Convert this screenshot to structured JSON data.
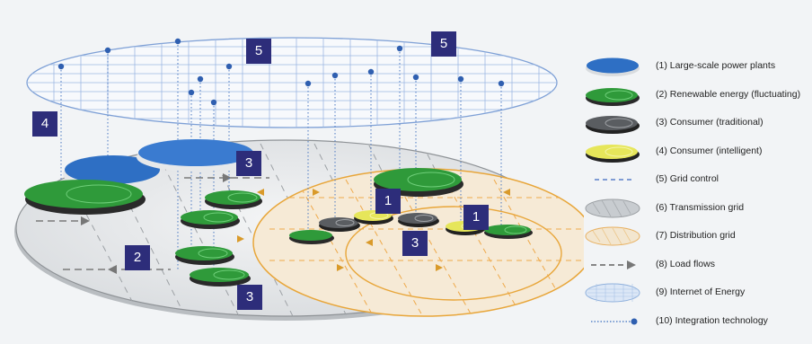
{
  "badges": {
    "b1": "1",
    "b2": "2",
    "b3": "3",
    "b4": "4",
    "b5": "5"
  },
  "legend": [
    {
      "label": "(1) Large-scale power plants",
      "icon": "large-power-plant-icon"
    },
    {
      "label": "(2) Renewable energy (fluctuating)",
      "icon": "renewable-energy-icon"
    },
    {
      "label": "(3) Consumer (traditional)",
      "icon": "consumer-traditional-icon"
    },
    {
      "label": "(4) Consumer (intelligent)",
      "icon": "consumer-intelligent-icon"
    },
    {
      "label": "(5) Grid control",
      "icon": "grid-control-icon"
    },
    {
      "label": "(6) Transmission grid",
      "icon": "transmission-grid-icon"
    },
    {
      "label": "(7) Distribution grid",
      "icon": "distribution-grid-icon"
    },
    {
      "label": "(8) Load flows",
      "icon": "load-flow-icon"
    },
    {
      "label": "(9) Internet of Energy",
      "icon": "internet-of-energy-icon"
    },
    {
      "label": "(10) Integration technology",
      "icon": "integration-technology-icon"
    }
  ],
  "colors": {
    "power_plant": "#2e6fc4",
    "renewable": "#2f9a3a",
    "consumer_traditional": "#55585c",
    "consumer_intelligent": "#e6e65a",
    "grid_control": "#5b7fc8",
    "transmission": "#c8ccd0",
    "distribution": "#f3e6cf",
    "load_flow": "#777777",
    "internet": "#8fb0dc",
    "integration": "#3a6ec0",
    "badge": "#2d2d7a"
  }
}
